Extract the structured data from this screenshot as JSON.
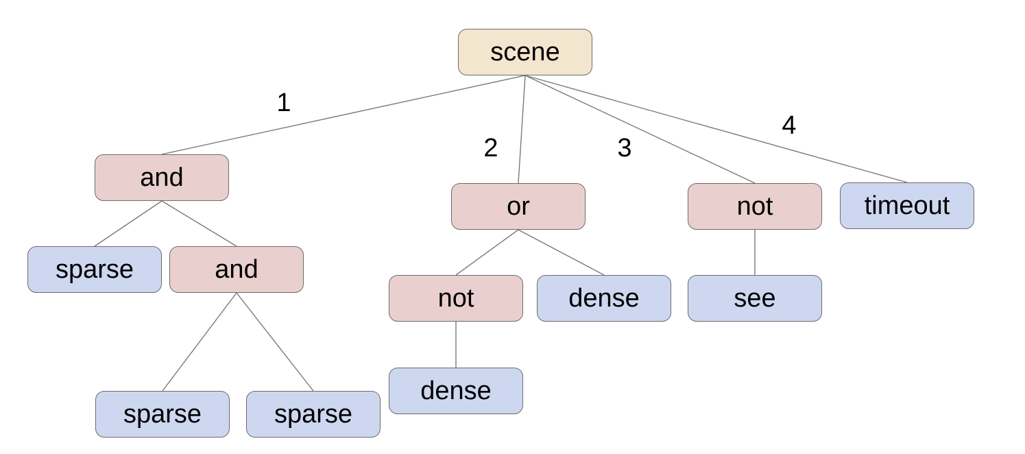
{
  "diagram": {
    "colors": {
      "background": "#ffffff",
      "border": "#6b6b6b",
      "edge": "#7a7a7a",
      "text": "#000000",
      "root-fill": "#f3e6ce",
      "operator-fill": "#e9d0ce",
      "leaf-fill": "#cdd8f0"
    },
    "nodes": [
      {
        "id": "scene",
        "label": "scene",
        "kind": "root"
      },
      {
        "id": "and-1",
        "label": "and",
        "kind": "operator"
      },
      {
        "id": "or-1",
        "label": "or",
        "kind": "operator"
      },
      {
        "id": "not-1",
        "label": "not",
        "kind": "operator"
      },
      {
        "id": "timeout",
        "label": "timeout",
        "kind": "leaf"
      },
      {
        "id": "sparse-1",
        "label": "sparse",
        "kind": "leaf"
      },
      {
        "id": "and-2",
        "label": "and",
        "kind": "operator"
      },
      {
        "id": "not-2",
        "label": "not",
        "kind": "operator"
      },
      {
        "id": "dense-1",
        "label": "dense",
        "kind": "leaf"
      },
      {
        "id": "see",
        "label": "see",
        "kind": "leaf"
      },
      {
        "id": "sparse-2",
        "label": "sparse",
        "kind": "leaf"
      },
      {
        "id": "sparse-3",
        "label": "sparse",
        "kind": "leaf"
      },
      {
        "id": "dense-2",
        "label": "dense",
        "kind": "leaf"
      }
    ],
    "edges": [
      {
        "from": "scene",
        "to": "and-1",
        "label": "1"
      },
      {
        "from": "scene",
        "to": "or-1",
        "label": "2"
      },
      {
        "from": "scene",
        "to": "not-1",
        "label": "3"
      },
      {
        "from": "scene",
        "to": "timeout",
        "label": "4"
      },
      {
        "from": "and-1",
        "to": "sparse-1",
        "label": ""
      },
      {
        "from": "and-1",
        "to": "and-2",
        "label": ""
      },
      {
        "from": "and-2",
        "to": "sparse-2",
        "label": ""
      },
      {
        "from": "and-2",
        "to": "sparse-3",
        "label": ""
      },
      {
        "from": "or-1",
        "to": "not-2",
        "label": ""
      },
      {
        "from": "or-1",
        "to": "dense-1",
        "label": ""
      },
      {
        "from": "not-2",
        "to": "dense-2",
        "label": ""
      },
      {
        "from": "not-1",
        "to": "see",
        "label": ""
      }
    ]
  }
}
